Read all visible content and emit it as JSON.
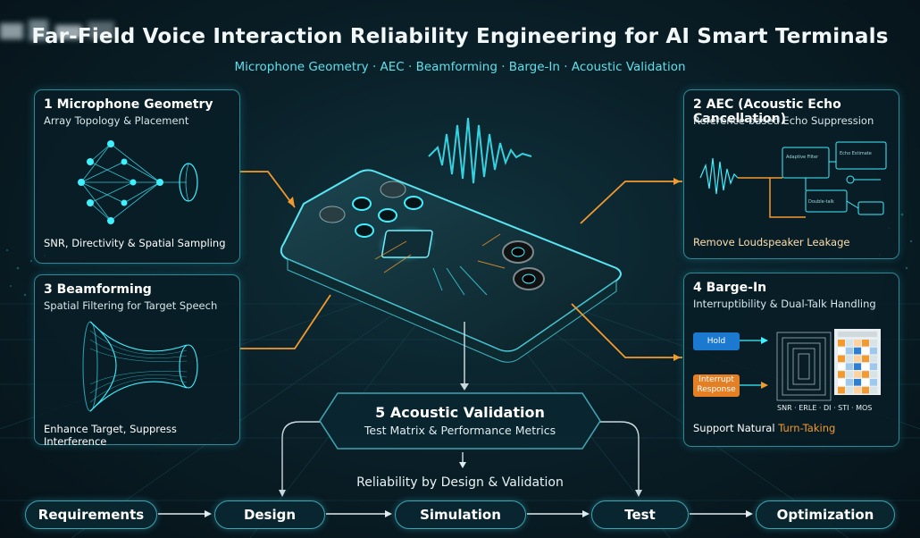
{
  "title": "Far-Field Voice Interaction Reliability Engineering for AI Smart Terminals",
  "subtitle": "Microphone Geometry · AEC · Beamforming · Barge-In · Acoustic Validation",
  "panels": {
    "mic": {
      "title": "1 Microphone Geometry",
      "subtitle": "Array Topology & Placement",
      "footer": "SNR, Directivity & Spatial Sampling"
    },
    "aec": {
      "title": "2 AEC (Acoustic Echo Cancellation)",
      "subtitle": "Reference-based Echo Suppression",
      "footer": "Remove Loudspeaker Leakage"
    },
    "beam": {
      "title": "3 Beamforming",
      "subtitle": "Spatial Filtering for Target Speech",
      "footer": "Enhance Target, Suppress Interference"
    },
    "barge": {
      "title": "4 Barge-In",
      "subtitle": "Interruptibility & Dual-Talk Handling",
      "footer_prefix": "Support Natural ",
      "footer_highlight": "Turn-Taking",
      "hold": "Hold",
      "interrupt": "Interrupt Response",
      "metrics": "SNR · ERLE · DI · STI · MOS"
    }
  },
  "validation": {
    "title": "5 Acoustic Validation",
    "subtitle": "Test Matrix & Performance Metrics",
    "tagline": "Reliability by Design & Validation"
  },
  "pipeline": [
    "Requirements",
    "Design",
    "Simulation",
    "Test",
    "Optimization"
  ],
  "colors": {
    "accent": "#2fd6e6",
    "orange": "#f39a2e",
    "panel_border": "#2f8896"
  }
}
